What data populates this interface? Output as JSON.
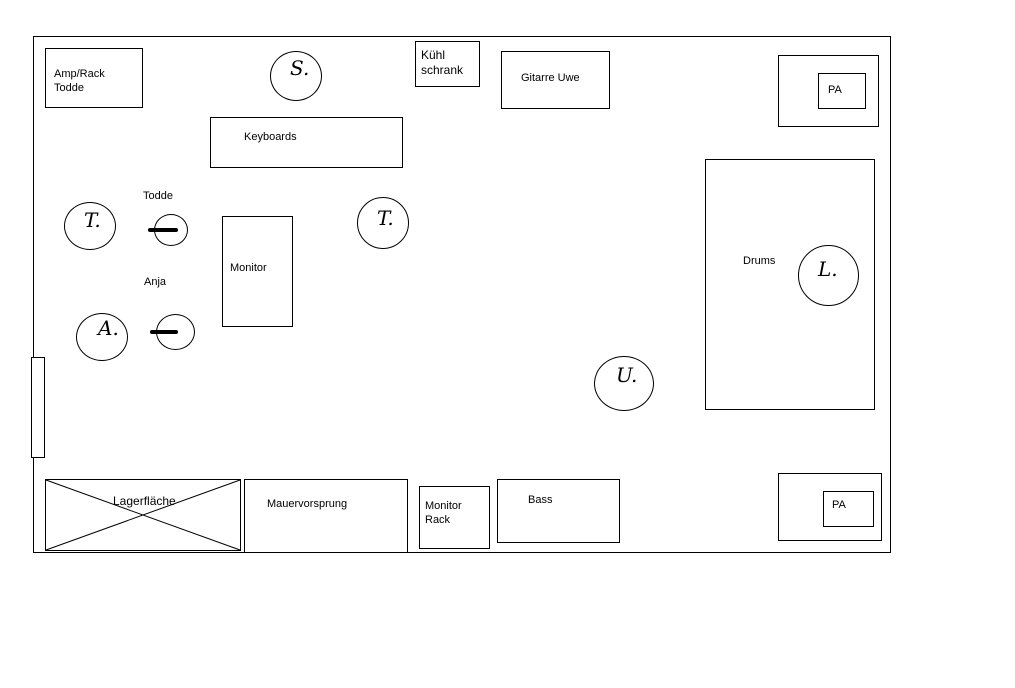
{
  "labels": {
    "amp_rack": "Amp/Rack\nTodde",
    "kuehlschrank": "Kühl\nschrank",
    "gitarre": "Gitarre Uwe",
    "pa_top": "PA",
    "keyboards": "Keyboards",
    "todde": "Todde",
    "anja": "Anja",
    "monitor": "Monitor",
    "drums": "Drums",
    "lagerflaeche": "Lagerfläche",
    "mauervorsprung": "Mauervorsprung",
    "monitor_rack": "Monitor\nRack",
    "bass": "Bass",
    "pa_bottom": "PA"
  },
  "people": {
    "s": "S.",
    "t_left": "T.",
    "t_center": "T.",
    "a": "A.",
    "l": "L.",
    "u": "U."
  }
}
